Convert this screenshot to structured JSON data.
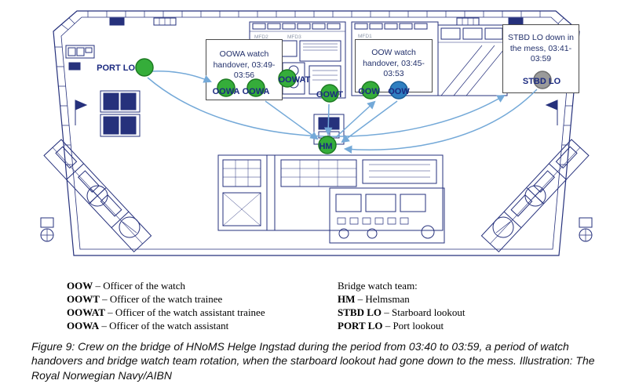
{
  "colors": {
    "line_navy": "#26317c",
    "arrow_blue": "#74a9d8",
    "marker_green": "#35ad3a",
    "marker_blue": "#2f7fc1",
    "marker_gray": "#9a9a9a",
    "label_navy": "#1b2a80"
  },
  "diagram": {
    "console_labels": [
      "MFD2",
      "MFD3",
      "MFD1"
    ],
    "boxes": [
      {
        "text": "OOWA watch handover, 03:49-03:56"
      },
      {
        "text": "OOW watch handover, 03:45-03:53"
      },
      {
        "text": "STBD LO down in the mess, 03:41-03:59"
      }
    ],
    "markers": [
      {
        "label": "PORT LO",
        "color": "green"
      },
      {
        "label": "OOWA",
        "color": "green"
      },
      {
        "label": "OOWA",
        "color": "green"
      },
      {
        "label": "OOWAT",
        "color": "green"
      },
      {
        "label": "OOWT",
        "color": "green"
      },
      {
        "label": "OOW",
        "color": "green"
      },
      {
        "label": "OOW",
        "color": "blue"
      },
      {
        "label": "HM",
        "color": "green"
      },
      {
        "label": "STBD LO",
        "color": "gray"
      }
    ]
  },
  "legend": {
    "left": [
      {
        "abbr": "OOW",
        "desc": "– Officer of the watch"
      },
      {
        "abbr": "OOWT",
        "desc": "– Officer of the watch trainee"
      },
      {
        "abbr": "OOWAT",
        "desc": "– Officer of the watch assistant trainee"
      },
      {
        "abbr": "OOWA",
        "desc": "– Officer of the watch assistant"
      }
    ],
    "right_title": "Bridge watch team:",
    "right": [
      {
        "abbr": "HM",
        "desc": "– Helmsman"
      },
      {
        "abbr": "STBD LO",
        "desc": "– Starboard lookout"
      },
      {
        "abbr": "PORT LO",
        "desc": "– Port lookout"
      }
    ]
  },
  "caption": "Figure 9: Crew on the bridge of HNoMS Helge Ingstad during the period from 03:40 to 03:59, a period of watch handovers and bridge watch team rotation, when the starboard lookout had gone down to the mess. Illustration: The Royal Norwegian Navy/AIBN"
}
